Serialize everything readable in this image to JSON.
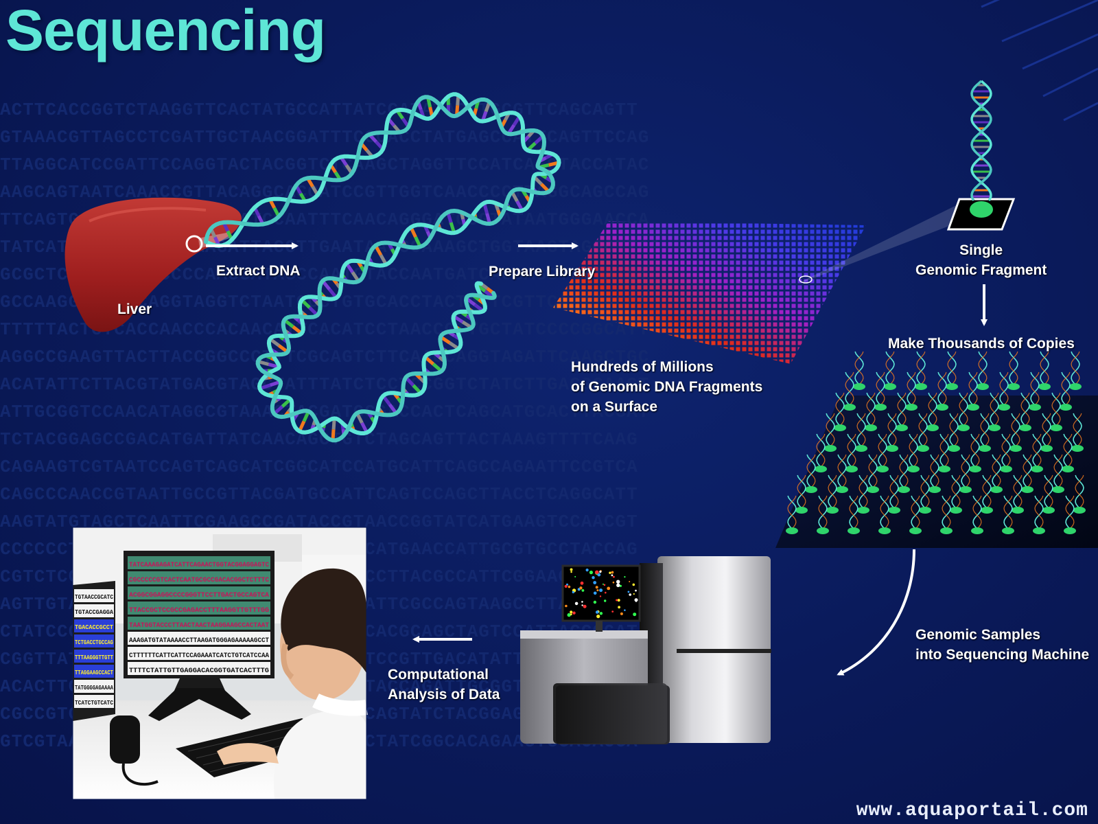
{
  "title": "Sequencing",
  "labels": {
    "liver": "Liver",
    "extract_dna": "Extract DNA",
    "prepare_library": "Prepare Library",
    "single_fragment": [
      "Single",
      "Genomic Fragment"
    ],
    "make_copies": "Make Thousands of Copies",
    "hundreds_millions": [
      "Hundreds of Millions",
      "of Genomic DNA Fragments",
      "on a Surface"
    ],
    "genomic_samples": [
      "Genomic Samples",
      "into Sequencing Machine"
    ],
    "computational": [
      "Computational",
      "Analysis of Data"
    ]
  },
  "watermark": "www.aquaportail.com",
  "background_sequence": [
    "ACTTCACCGGTCTAAGGTTCACTATGCCATTATCCATATACTTGCGTTCAGCAGTT",
    "GTAAACGTTAGCCTCGATTGCTAACGGATTTCGCACCTATGAGCCATTCAGTTCCAG",
    "TTAGGCATCCGATTCCAGGTACTACGGTCTCAAGCTAGGTTCCATCAGGTACCATAC",
    "AAGCAGTAATCAAACCGTTACAGGCACCATCCGTTGGTCAACCCCTTAGGCAGCCAG",
    "TTCAGTGCAGAGGTCCATCTGATCCAATTTCAACAGGGATCCGTATAATGGGAACCA",
    "TATCATGTGATACACCAAAGATTACCTTGAATAACCCAAAGCTGGTAAGTAGGCTTCC",
    "GCGCTCCCAGCACACCCCAAGGATAGCCAATGTACCAATGATCAGCAGGTGTTATCT",
    "GCCAAGGGGGAACAGGTAGGTCTAATGGCTGTGCACCTACTATTCGTTCAGTTACCA",
    "TTTTTACTCTCACCAACCCACAACATTCACATCCTAACCGTTGCTATCCCCGGCATT",
    "AGGCCGAAGTTACTTACCGGCCCTTTCGCAGTCTTCAACCAGGTAGATTCAAGCTGC",
    "ACATATTCTTACGTATGACGTAGCTATTTATCTCCTCCGGTCTATCTTGACGCAAGT",
    "ATTGCGGTCCAACATAGGCGTAAACTACGATGCGACCACTCAGCATGCACTTACGAT",
    "TCTACGGAGCCGACATGATTATCAACAGCTGTCTAGCAGTTACTAAAGTTTTCAAG",
    "CAGAAGTCGTAATCCAGTCAGCATCGGCATCCATGCATTCAGCCAGAATTCCGTCA",
    "CAGCCCAACCGTAATTGCCGTTACGATGCCATTCAGTCCAGCTTACCTCAGGCATT",
    "AAGTATGTAGCTCAATTCGAAGCCGATACCGTAACCGGTATCATGAAGTCCAACGT",
    "CCCCCCTCAGGTACCGTGGATAAGCTTCCAGGCATGAACCATTGCGTGCCTACCAG",
    "CGTCTCCGATGCTACCAGTGCATCCGATAGGACCTTACGCCATTCGGAACGTTACC",
    "AGTTGTAACCTTAGCGAATCCGTACCAGTTGCATTCGCCAGTAAGCCTTAGGCATC",
    "CTATCCGACAGTTCAGCCTTACCGGTAGCATTCACGCAGCTAGTCCATTACCGGAT",
    "CGGTTATCCAGTACCTGCATTAGCCGTAAGCATCCGTTGACATATTCCTCAGCGTA",
    "ACACTTCAGCCATAGCTTACCGATGCCAAGGTTACCAGATTGCGGTCCAACATCCA",
    "CGCCGTGACCGATTCAGCCTAGCATACCTTGCCAGTATCTACGGAGCCGACATGAT",
    "GTCGTAAAAGGCCTCCAAGAGATTGATCATACCTATCGGCACAGAAGTGGACACGA"
  ],
  "monitor_sequence": [
    "TATCAAAGAGATCATTCAGAACTGGTACGGAGGAGTC",
    "CGCCCCCGTCACTCAATGCGCCGACACGGCTCTTTC",
    "ACGGCGGAGGCCCCGGGTTCCTTGACTGCCAGTCA",
    "TTACCGCTCCGCCGAGACCTTTAAGGTTGTTTGG",
    "TAATGGTACCCTTAACTAACTAAGGAAGCCACTAAT",
    "AAAGATGTATAAAACCTTAAGATGGGAGAAAAAGCCT",
    "CTTTTTTCATTCATTCCAGAAATCATCTGTCATCCAA",
    "TTTTCTATTGTTGAGGACACGGTGATCACTTTG"
  ],
  "monitor_left_sequence": [
    "TGTAACCGCATC",
    "TGTACCGAGGA",
    "TGACACCGCCT",
    "TCTGACCTGCCAG",
    "TTTAAGGGTTGTT",
    "TTAGGAAGCCACT",
    "TATGGGGAGAAAA",
    "TCATCTGTCATC"
  ]
}
